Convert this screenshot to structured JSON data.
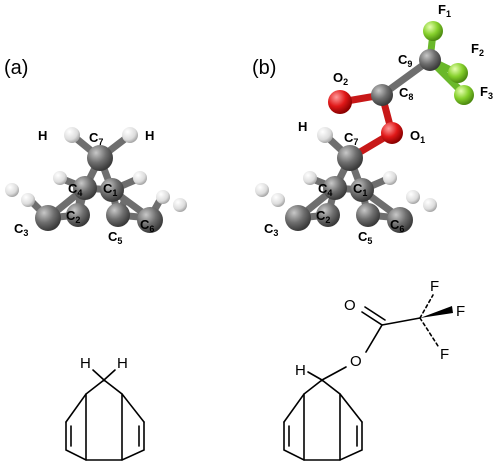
{
  "panels": {
    "a": {
      "label": "(a)"
    },
    "b": {
      "label": "(b)"
    }
  },
  "model_a": {
    "atoms": {
      "H_left": "H",
      "H_right": "H",
      "C7": {
        "el": "C",
        "n": "7"
      },
      "C4": {
        "el": "C",
        "n": "4"
      },
      "C1": {
        "el": "C",
        "n": "1"
      },
      "C2": {
        "el": "C",
        "n": "2"
      },
      "C3": {
        "el": "C",
        "n": "3"
      },
      "C5": {
        "el": "C",
        "n": "5"
      },
      "C6": {
        "el": "C",
        "n": "6"
      }
    }
  },
  "model_b": {
    "atoms": {
      "F1": {
        "el": "F",
        "n": "1"
      },
      "F2": {
        "el": "F",
        "n": "2"
      },
      "F3": {
        "el": "F",
        "n": "3"
      },
      "O2": {
        "el": "O",
        "n": "2"
      },
      "O1": {
        "el": "O",
        "n": "1"
      },
      "C9": {
        "el": "C",
        "n": "9"
      },
      "C8": {
        "el": "C",
        "n": "8"
      },
      "C7": {
        "el": "C",
        "n": "7"
      },
      "C4": {
        "el": "C",
        "n": "4"
      },
      "C1": {
        "el": "C",
        "n": "1"
      },
      "C2": {
        "el": "C",
        "n": "2"
      },
      "C3": {
        "el": "C",
        "n": "3"
      },
      "C5": {
        "el": "C",
        "n": "5"
      },
      "C6": {
        "el": "C",
        "n": "6"
      },
      "H": "H"
    }
  },
  "structure_a": {
    "H_left": "H",
    "H_right": "H"
  },
  "structure_b": {
    "H": "H",
    "O_ester": "O",
    "O_carbonyl": "O",
    "F_top": "F",
    "F_right": "F",
    "F_bottom": "F"
  },
  "colors": {
    "carbon": "#6e6e6e",
    "hydrogen": "#e8e8e8",
    "oxygen": "#e01818",
    "fluorine": "#86d02c"
  }
}
